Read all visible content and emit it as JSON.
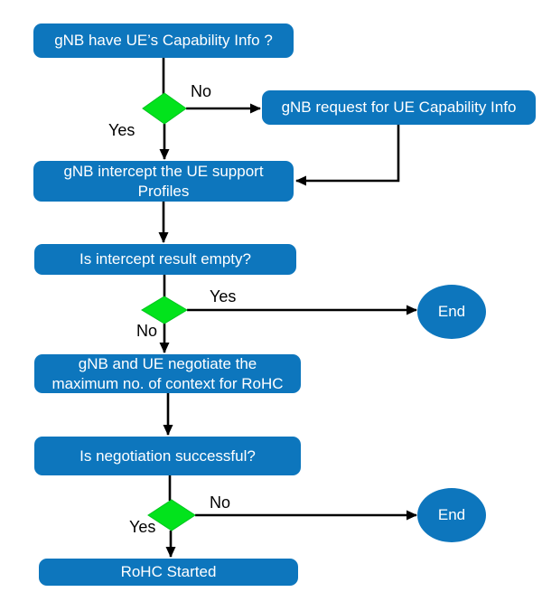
{
  "colors": {
    "box_blue": "#0d76bd",
    "diamond_green": "#02e31c",
    "line_black": "#000000",
    "text_white": "#ffffff",
    "label_black": "#000000",
    "background": "#ffffff"
  },
  "nodes": {
    "have_capability": {
      "label": "gNB have UE’s Capability Info ?"
    },
    "request_capability": {
      "label": "gNB request for UE Capability Info"
    },
    "intercept_profiles": {
      "label": "gNB intercept the UE support\nProfiles"
    },
    "intercept_empty": {
      "label": "Is intercept result empty?"
    },
    "negotiate": {
      "label": "gNB and UE negotiate the\nmaximum no. of context for RoHC"
    },
    "negotiation_successful": {
      "label": "Is negotiation successful?"
    },
    "rohc_started": {
      "label": "RoHC Started"
    },
    "end_1": {
      "label": "End"
    },
    "end_2": {
      "label": "End"
    }
  },
  "edge_labels": {
    "d1_no": "No",
    "d1_yes": "Yes",
    "d2_yes": "Yes",
    "d2_no": "No",
    "d3_no": "No",
    "d3_yes": "Yes"
  }
}
